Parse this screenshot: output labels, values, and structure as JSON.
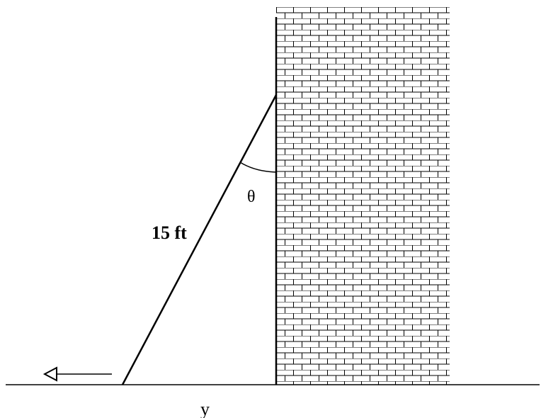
{
  "labels": {
    "ladder_length": "15 ft",
    "angle": "θ",
    "horizontal_distance": "y"
  },
  "colors": {
    "stroke": "#000000",
    "background": "#ffffff"
  }
}
